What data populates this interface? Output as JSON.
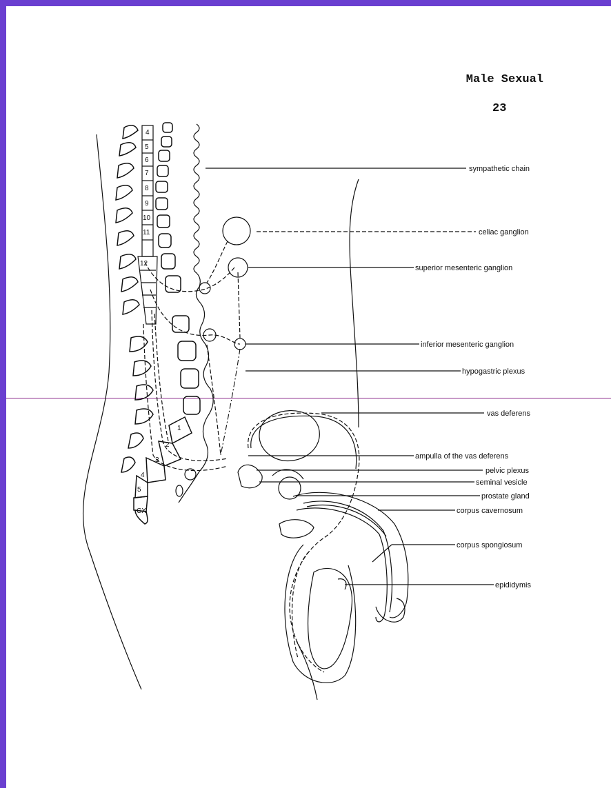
{
  "header": {
    "title": "Male Sexual",
    "page_number": "23"
  },
  "colors": {
    "frame": "#6a3fd0",
    "rule": "#8a2a8a",
    "ink": "#111111"
  },
  "labels": [
    "sympathetic chain",
    "celiac ganglion",
    "superior mesenteric ganglion",
    "inferior mesenteric ganglion",
    "hypogastric plexus",
    "vas deferens",
    "ampulla of the vas deferens",
    "pelvic plexus",
    "seminal vesicle",
    "prostate gland",
    "corpus cavernosum",
    "corpus spongiosum",
    "epididymis"
  ],
  "spine_numbers": {
    "thoracic": [
      "4",
      "5",
      "6",
      "7",
      "8",
      "9",
      "10",
      "11",
      "12"
    ],
    "sacral": [
      "1",
      "2",
      "3",
      "4",
      "5",
      "CX"
    ]
  }
}
